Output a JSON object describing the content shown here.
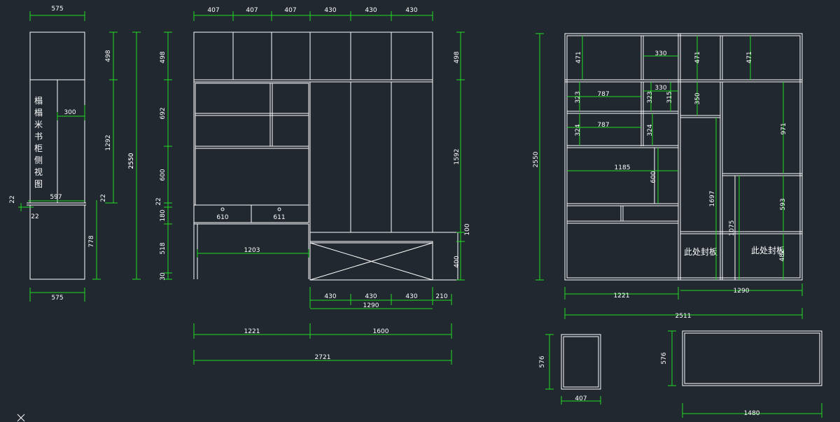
{
  "side_view": {
    "title_chars": [
      "榻",
      "榻",
      "米",
      "书",
      "柜",
      "侧",
      "视",
      "图"
    ],
    "dims": {
      "top_width": "575",
      "bottom_width": "575",
      "top_h": "498",
      "mid_h": "1292",
      "total_h": "2550",
      "bottom_h": "778",
      "depth_300": "300",
      "desk_597": "597",
      "gap_22a": "22",
      "gap_22b": "22",
      "gap_22c": "22"
    }
  },
  "front_view": {
    "top_widths": [
      "407",
      "407",
      "407",
      "430",
      "430",
      "430"
    ],
    "left_dims": [
      "498",
      "692",
      "600",
      "22",
      "180",
      "518",
      "30"
    ],
    "right_dims": [
      "498",
      "1592",
      "100",
      "400"
    ],
    "total_h": "2550",
    "drawer_labels": [
      "610",
      "611"
    ],
    "desk_width": "1203",
    "bottom_widths": [
      "430",
      "430",
      "430",
      "210"
    ],
    "bottom_total": "1290",
    "split_widths": [
      "1221",
      "1600"
    ],
    "overall_width": "2721"
  },
  "back_view": {
    "total_h": "2550",
    "dims": {
      "d471a": "471",
      "d330a": "330",
      "d471b": "471",
      "d471c": "471",
      "d323a": "323",
      "d787a": "787",
      "d330b": "330",
      "d323b": "323",
      "d315": "315",
      "d350": "350",
      "d324a": "324",
      "d787b": "787",
      "d324b": "324",
      "d971": "971",
      "d1185": "1185",
      "d600": "600",
      "d1697": "1697",
      "d1075": "1075",
      "d593": "593",
      "d482": "482"
    },
    "seal_labels": [
      "此处封板",
      "此处封板"
    ],
    "bottom_widths": [
      "1221",
      "1290"
    ],
    "overall_width": "2511"
  },
  "small_parts": {
    "part1_h": "576",
    "part1_w": "407",
    "part2_h": "576",
    "part2_w": "1480"
  }
}
